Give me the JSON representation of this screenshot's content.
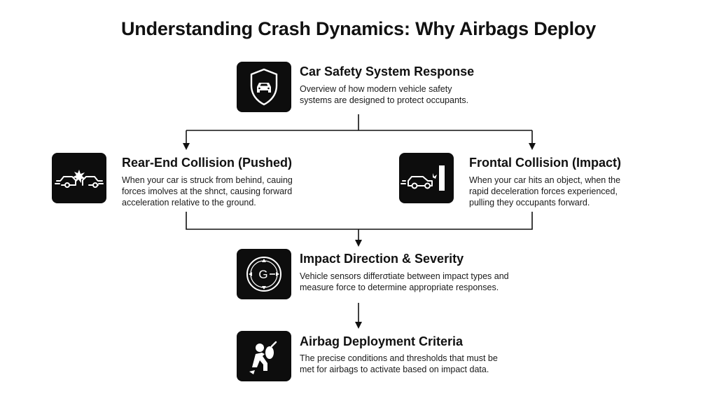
{
  "title": "Understanding Crash Dynamics: Why Airbags Deploy",
  "nodes": {
    "system": {
      "title": "Car Safety System Response",
      "description": "Overview of how modern vehicle safety\nsystems are designed to protect occupants.",
      "icon": "shield-car-icon"
    },
    "rear": {
      "title": "Rear-End Collision (Pushed)",
      "description": "When your car is struck from behind, cauing\nforces imolves at the shnct, causing forward\nacceleration relative to the ground.",
      "icon": "rear-collision-icon"
    },
    "frontal": {
      "title": "Frontal Collision (Impact)",
      "description": "When your car hits an object, when the\nrapid deceleration forces experienced,\npulling they occupants forward.",
      "icon": "frontal-collision-icon"
    },
    "direction": {
      "title": "Impact Direction & Severity",
      "description": "Vehicle sensors differσtiate between impact types and\nmeasure force to determine appropriate responses.",
      "icon": "g-force-sensor-icon",
      "icon_letter": "G"
    },
    "airbag": {
      "title": "Airbag Deployment Criteria",
      "description": "The precise conditions and thresholds that must be\nmet for airbags to activate based on impact data.",
      "icon": "airbag-occupant-icon"
    }
  },
  "colors": {
    "icon_bg": "#0d0d0d",
    "icon_fg": "#ffffff",
    "line": "#111111"
  }
}
